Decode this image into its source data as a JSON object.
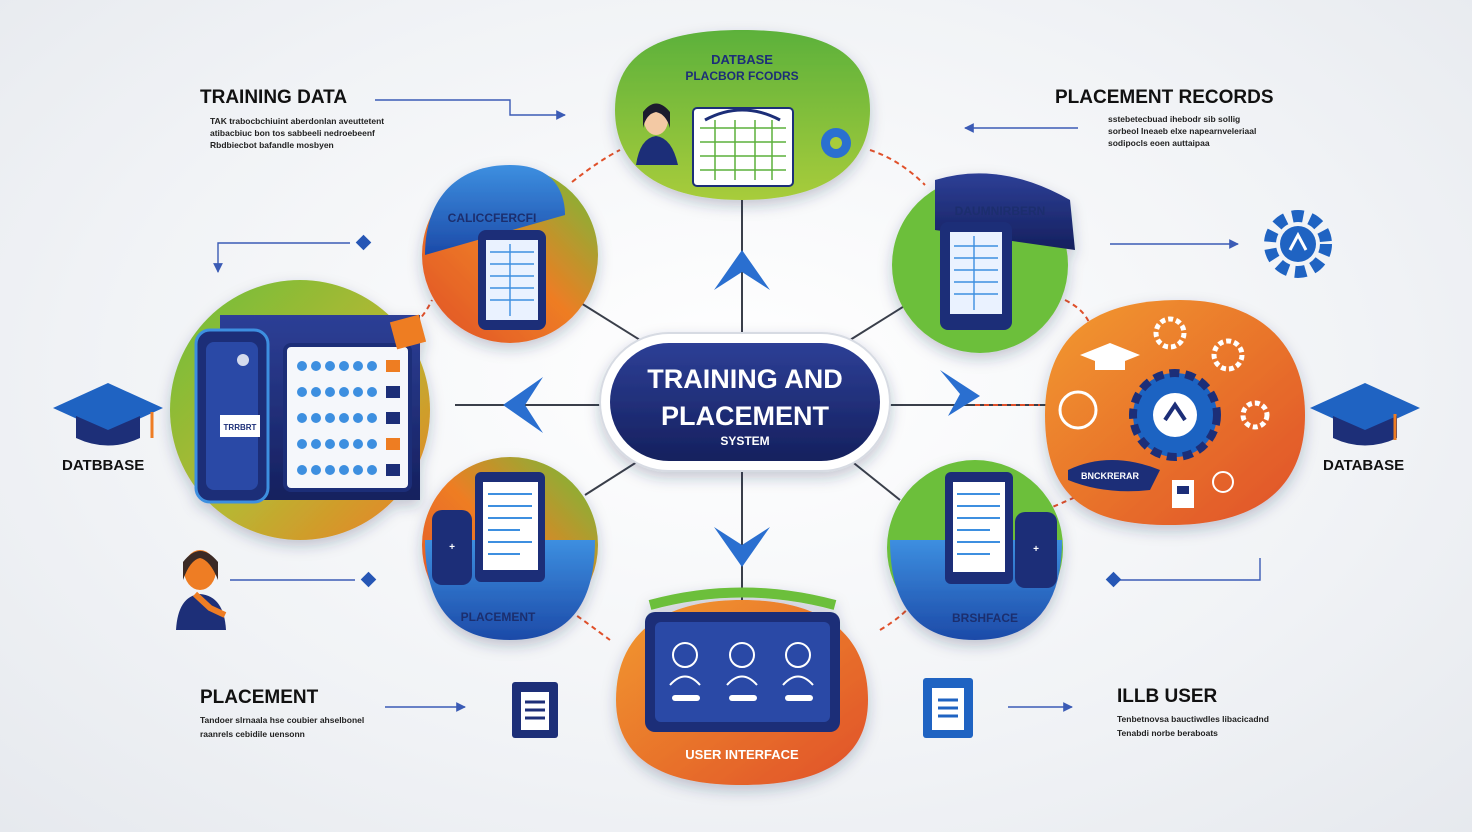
{
  "center": {
    "line1": "TRAINING AND",
    "line2": "PLACEMENT",
    "line3": "SYSTEM"
  },
  "nodes": {
    "top": {
      "line1": "DATBASE",
      "line2": "PLACBOR FCODRS"
    },
    "upper_left": {
      "label": "CALICCFERCFI"
    },
    "upper_right": {
      "label": "DAUMNIRBERN"
    },
    "lower_left": {
      "label": "PLACEMENT"
    },
    "lower_right": {
      "label": "BRSHFACE"
    },
    "bottom": {
      "label": "USER INTERFACE"
    },
    "right_big": {
      "label": "BNCKRERAR"
    },
    "left_big": {
      "tag": "TRRBRT"
    }
  },
  "side_labels": {
    "training_data": {
      "title": "TRAINING DATA",
      "lines": [
        "TAK trabocbchiuint aberdonlan aveuttetent",
        "atibacbiuc bon tos sabbeeli nedroebeenf",
        "Rbdbiecbot bafandle mosbyen"
      ]
    },
    "placement_records": {
      "title": "PLACEMENT RECORDS",
      "lines": [
        "sstebetecbuad ihebodr sib sollig",
        "sorbeol Ineaeb elxe napearnveleriaal",
        "sodipocls eoen auttaipaa"
      ]
    },
    "placement": {
      "title": "PLACEMENT",
      "lines": [
        "Tandoer slrnaala hse coubier ahselbonel",
        "raanrels cebidile uensonn"
      ]
    },
    "user": {
      "title": "ILLB USER",
      "lines": [
        "Tenbetnovsa bauctiwdles libacicadnd",
        "Tenabdi norbe beraboats"
      ]
    },
    "database_left": {
      "title": "DATBBASE"
    },
    "database_right": {
      "title": "DATABASE"
    }
  },
  "colors": {
    "navy": "#1d2f78",
    "blue": "#1f63c2",
    "green": "#6cbf3a",
    "orange": "#ee7d24",
    "red": "#e0502a",
    "text": "#111111"
  },
  "icons": [
    "graduation-cap-icon",
    "gear-icon",
    "person-icon",
    "document-icon",
    "server-icon",
    "spreadsheet-icon",
    "arrow-icon"
  ]
}
